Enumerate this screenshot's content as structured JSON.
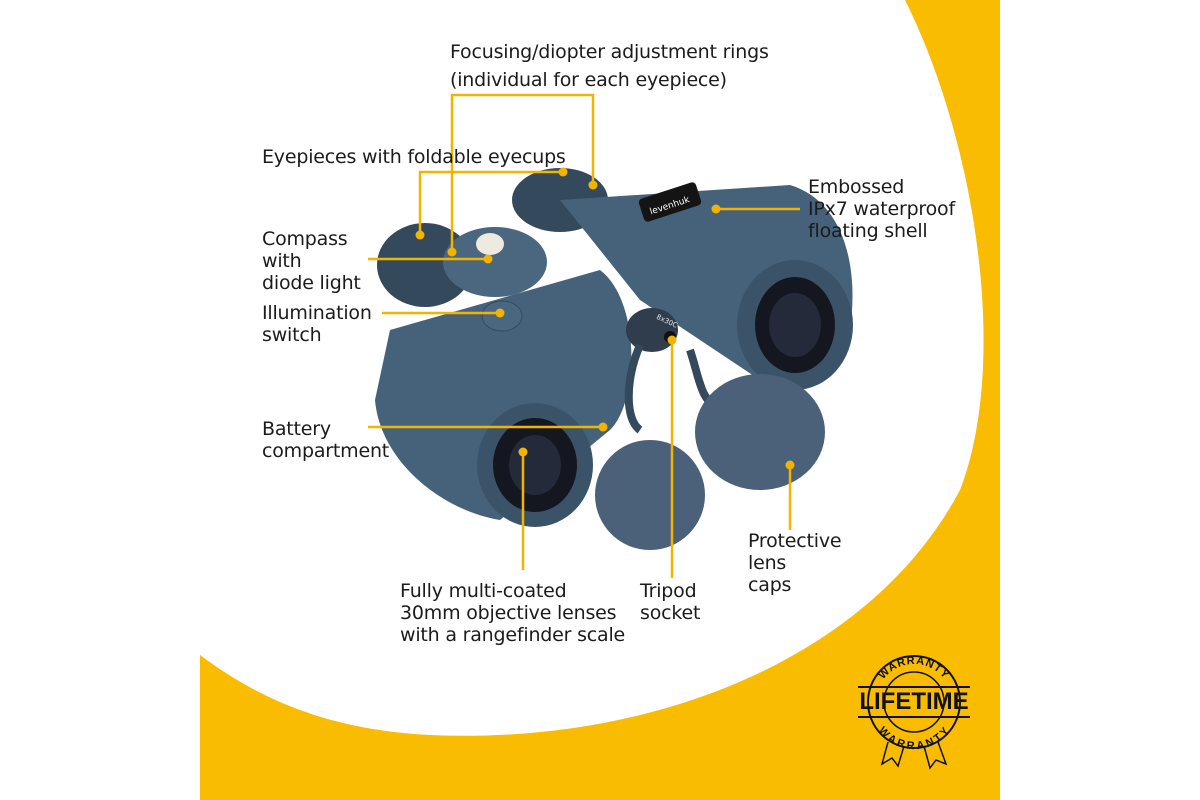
{
  "colors": {
    "yellow": "#f9bc00",
    "leader": "#f2b400",
    "body": "#3f5a72",
    "text": "#1b1b1b"
  },
  "brand": "levenhuk",
  "model_marking": "8x30C",
  "callouts": {
    "focusing": [
      "Focusing/diopter adjustment rings",
      "(individual for each eyepiece)"
    ],
    "eyepieces": [
      "Eyepieces with foldable eyecups"
    ],
    "compass": [
      "Compass",
      "with",
      "diode light"
    ],
    "illumination": [
      "Illumination",
      "switch"
    ],
    "embossed": [
      "Embossed",
      "IPx7 waterproof",
      "floating shell"
    ],
    "battery": [
      "Battery",
      "compartment"
    ],
    "objective": [
      "Fully multi-coated",
      "30mm objective lenses",
      "with a rangefinder scale"
    ],
    "tripod": [
      "Tripod",
      "socket"
    ],
    "caps": [
      "Protective",
      "lens",
      "caps"
    ]
  },
  "badge": {
    "top": "WARRANTY",
    "main": "LIFETIME",
    "bottom": "WARRANTY"
  }
}
